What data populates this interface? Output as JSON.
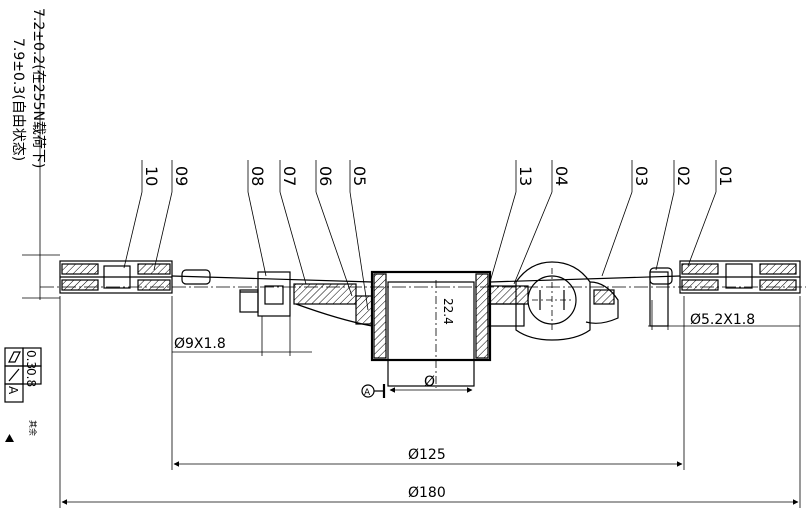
{
  "notes": {
    "height_loaded": "7.2±0.2(在255N载荷下)",
    "height_free": "7.9±0.3(自由状态)"
  },
  "callouts": [
    "10",
    "09",
    "08",
    "07",
    "06",
    "05",
    "13",
    "04",
    "03",
    "02",
    "01"
  ],
  "dimensions": {
    "hole_left": "Ø9X1.8",
    "hole_right": "Ø5.2X1.8",
    "bore": "22.4",
    "shaft": "Ø",
    "mid_diameter": "Ø125",
    "outer_diameter": "Ø180"
  },
  "tolerance_frame": {
    "flatness_value": "0.3",
    "runout_value": "0.8",
    "runout_datum": "A"
  },
  "datum_label": "A",
  "footnote": "其余"
}
